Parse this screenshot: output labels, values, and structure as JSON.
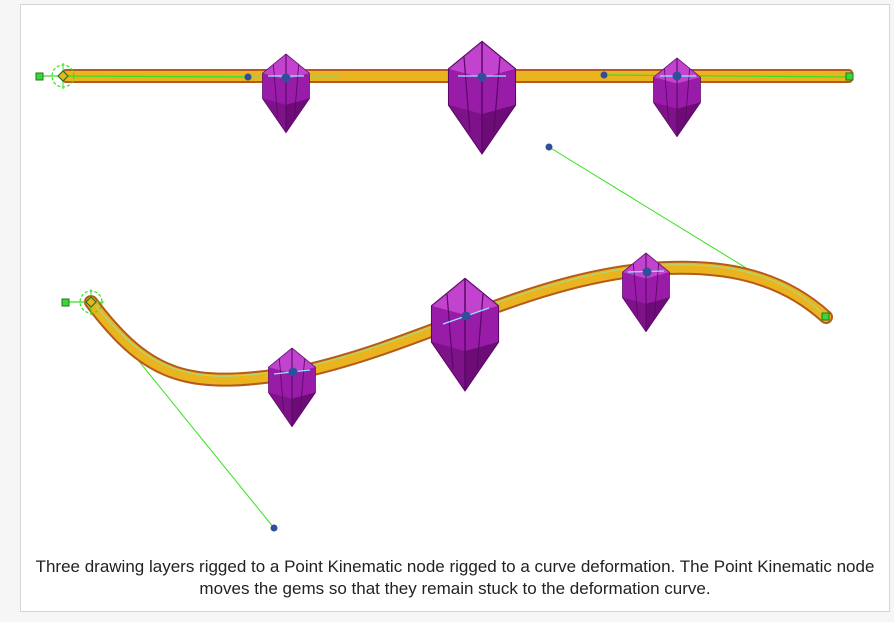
{
  "caption": "Three drawing layers rigged to a Point Kinematic node rigged to a curve deformation. The Point Kinematic node moves the gems so that they remain stuck to the deformation curve.",
  "illustration": {
    "top_example": "straight deformation curve with three gems",
    "bottom_example": "bent deformation curve with three gems",
    "icons": [
      "gem-icon",
      "control-point-icon",
      "pivot-icon"
    ]
  },
  "colors": {
    "curve_fill": "#e9b41f",
    "curve_outline": "#b55a1a",
    "gem": "#a11bb0",
    "gem_dark": "#6a0c76",
    "handle_line": "#37e11e",
    "control_point": "#2f4f9a"
  }
}
